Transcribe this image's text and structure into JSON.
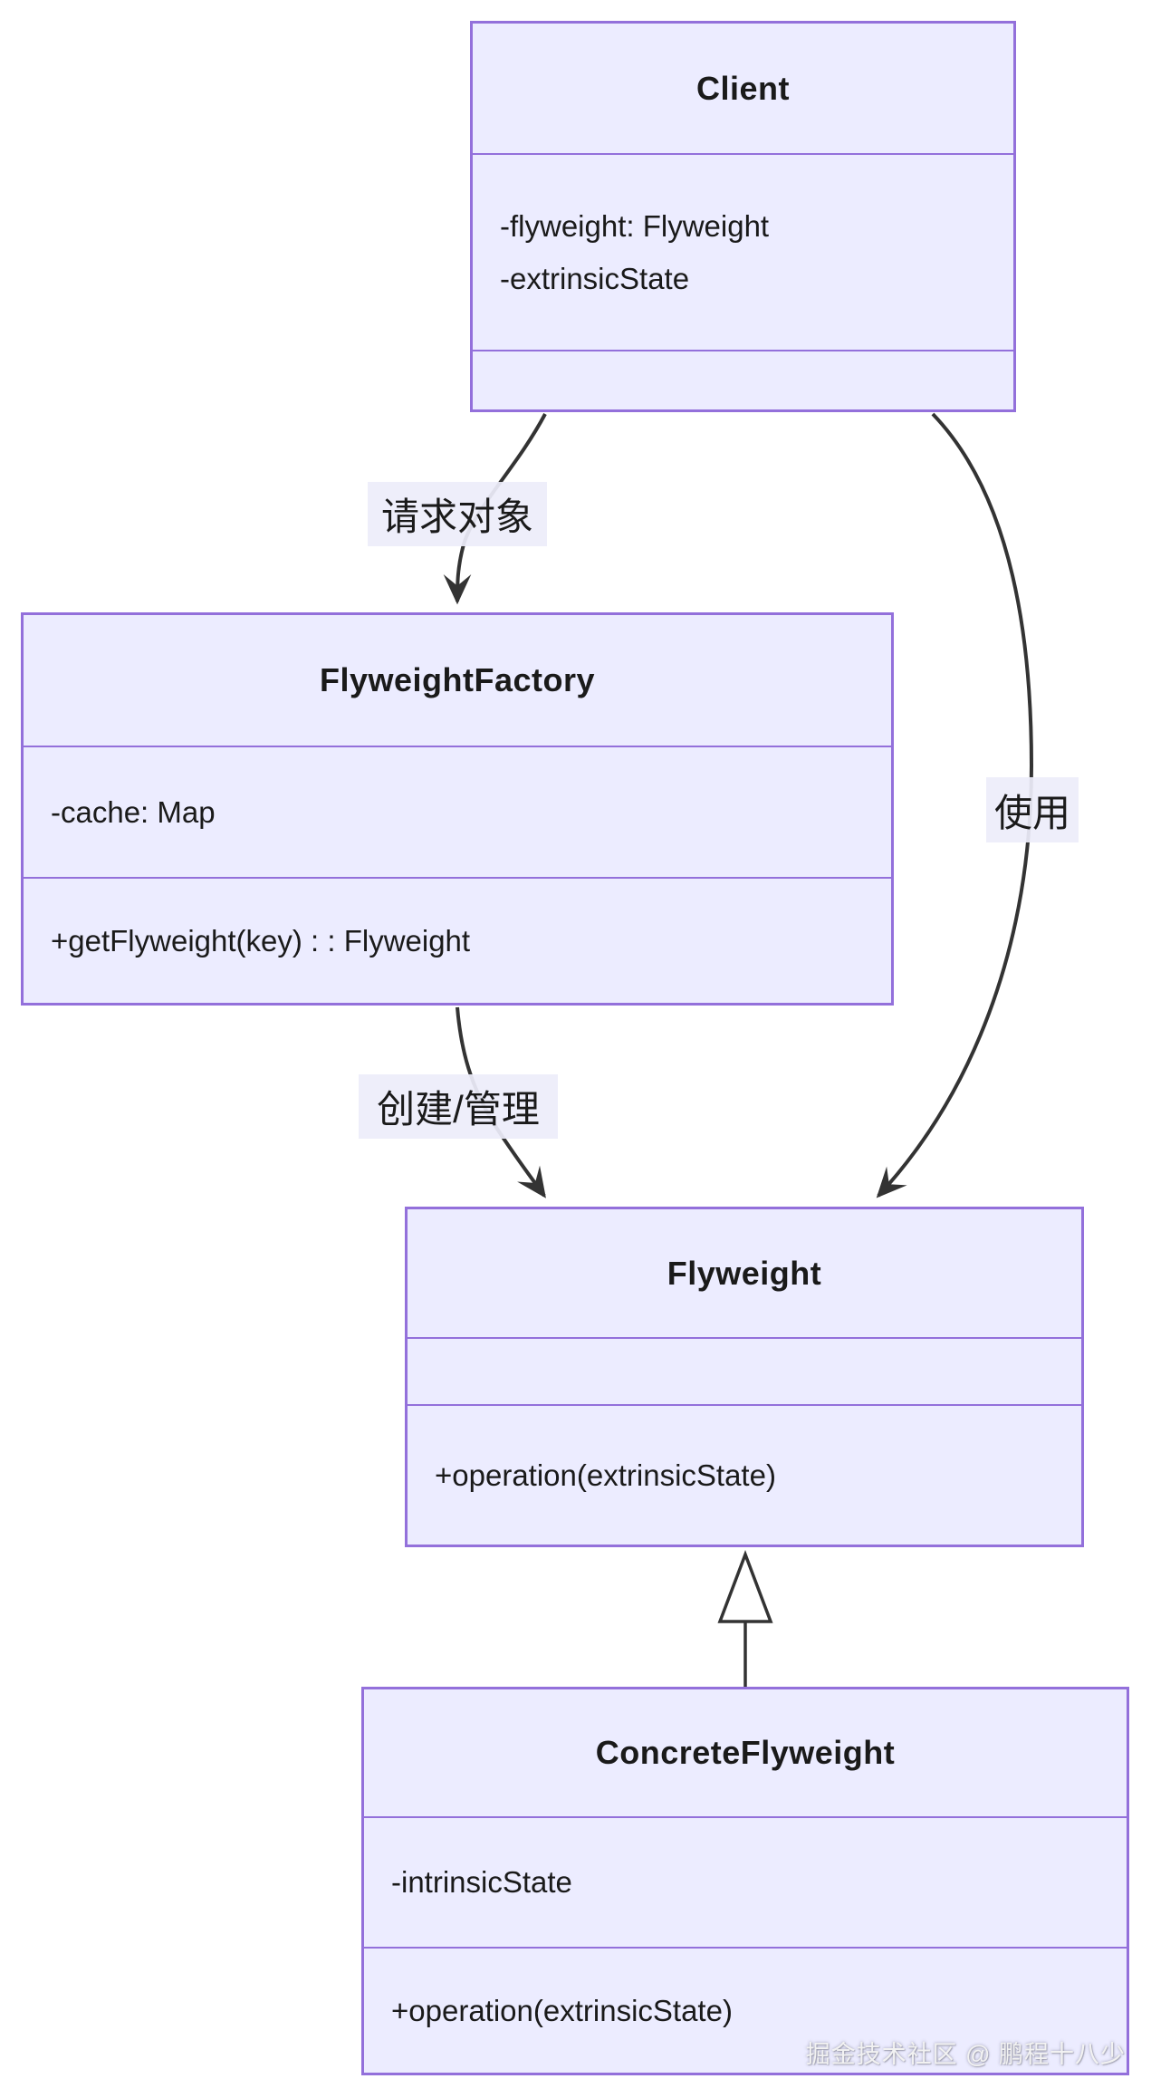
{
  "diagram": {
    "type": "uml-class-diagram",
    "classes": [
      {
        "name": "Client",
        "attributes": [
          "-flyweight: Flyweight",
          "-extrinsicState"
        ],
        "methods": []
      },
      {
        "name": "FlyweightFactory",
        "attributes": [
          "-cache: Map"
        ],
        "methods": [
          "+getFlyweight(key) : : Flyweight"
        ]
      },
      {
        "name": "Flyweight",
        "attributes": [],
        "methods": [
          "+operation(extrinsicState)"
        ]
      },
      {
        "name": "ConcreteFlyweight",
        "attributes": [
          "-intrinsicState"
        ],
        "methods": [
          "+operation(extrinsicState)"
        ]
      }
    ],
    "edges": [
      {
        "from": "Client",
        "to": "FlyweightFactory",
        "label": "请求对象",
        "kind": "directed-arrow"
      },
      {
        "from": "Client",
        "to": "Flyweight",
        "label": "使用",
        "kind": "directed-arrow"
      },
      {
        "from": "FlyweightFactory",
        "to": "Flyweight",
        "label": "创建/管理",
        "kind": "directed-arrow"
      },
      {
        "from": "ConcreteFlyweight",
        "to": "Flyweight",
        "label": "",
        "kind": "inheritance-hollow-triangle"
      }
    ],
    "watermark": "掘金技术社区 @ 鹏程十八少",
    "colors": {
      "class_fill": "#ECECFF",
      "class_border": "#9370DB",
      "edge_line": "#333333",
      "text": "#1A1A1A",
      "edge_label_bg": "#EDEDFA",
      "watermark_text": "#F2F2F2"
    }
  }
}
